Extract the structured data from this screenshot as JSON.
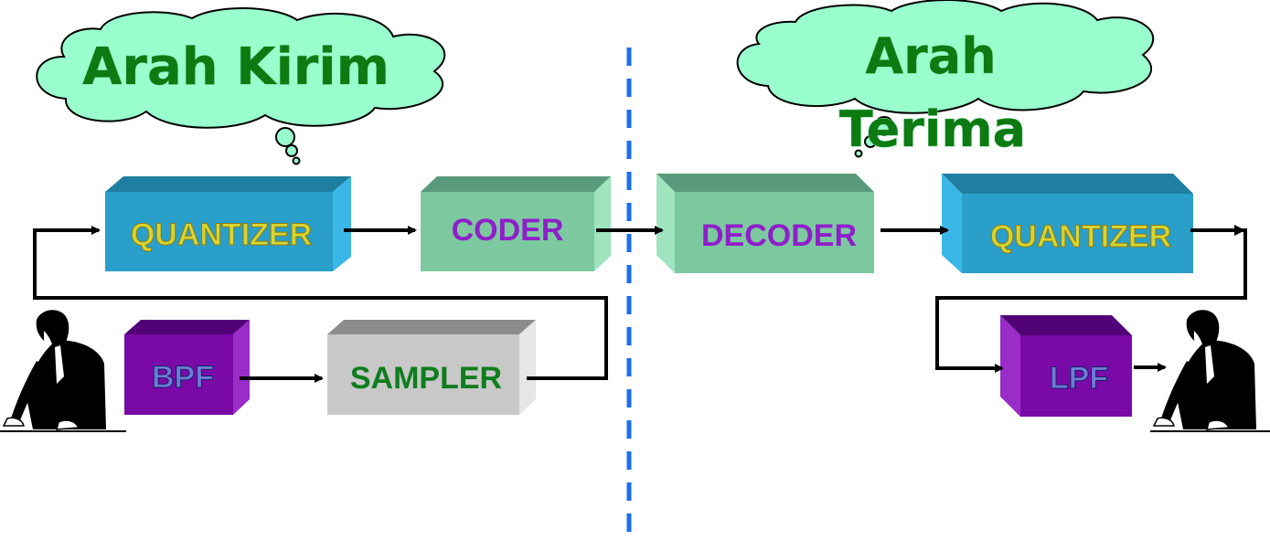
{
  "transmit": {
    "title": "Arah Kirim",
    "blocks": {
      "quantizer": "QUANTIZER",
      "coder": "CODER",
      "bpf": "BPF",
      "sampler": "SAMPLER"
    }
  },
  "receive": {
    "title_line1": "Arah",
    "title_line2": "Terima",
    "blocks": {
      "decoder": "DECODER",
      "quantizer": "QUANTIZER",
      "lpf": "LPF"
    }
  },
  "colors": {
    "cloud_fill": "#99ffcc",
    "cloud_title": "#0d7a12",
    "quantizer_face": "#2a9fc9",
    "coder_face": "#7cc9a0",
    "bpf_face": "#7a0aa8",
    "sampler_face": "#c8c8c8",
    "divider": "#1a6ef0"
  },
  "icons": {
    "speaker_left": "person-speaking-icon",
    "listener_right": "person-listening-icon"
  }
}
